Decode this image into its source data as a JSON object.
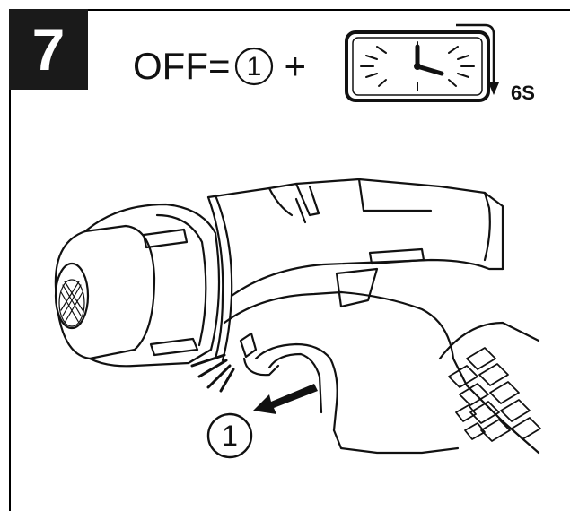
{
  "step": {
    "number": "7"
  },
  "formula": {
    "lhs": "OFF=",
    "operand_number": "1",
    "plus": "+",
    "duration": "6S"
  },
  "callout": {
    "number": "1"
  }
}
